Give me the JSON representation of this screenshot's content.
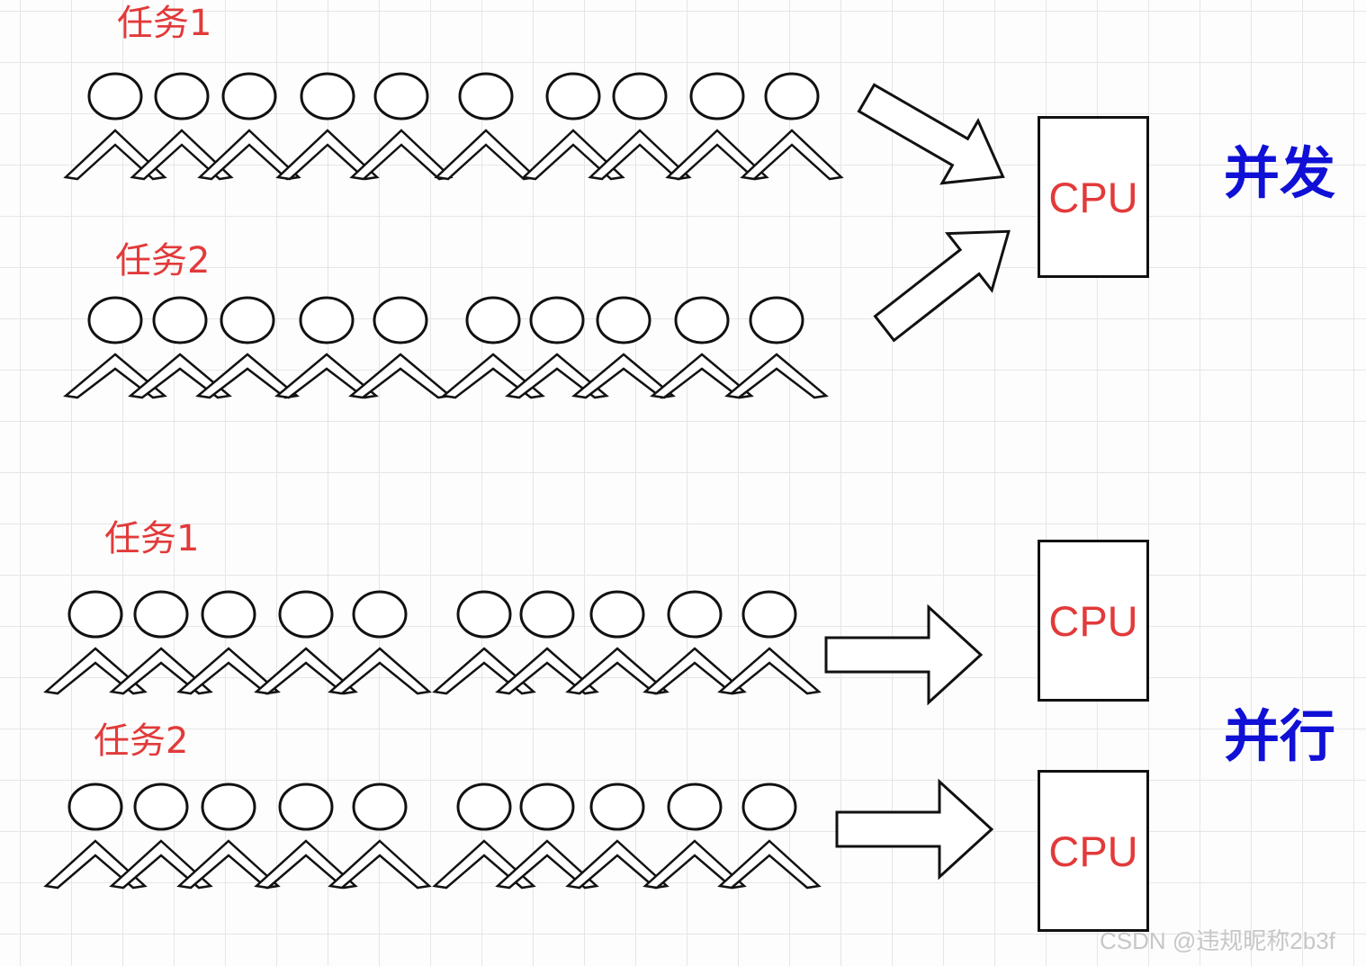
{
  "concurrent": {
    "mode_label": "并发",
    "task1_label": "任务1",
    "task2_label": "任务2",
    "cpu_label": "CPU"
  },
  "parallel": {
    "mode_label": "并行",
    "task1_label": "任务1",
    "task2_label": "任务2",
    "cpu1_label": "CPU",
    "cpu2_label": "CPU"
  },
  "watermark": "CSDN @违规昵称2b3f",
  "colors": {
    "task_label": "#e23a3a",
    "cpu_text": "#e23a3a",
    "mode_label": "#1010d6",
    "outline": "#111111"
  }
}
